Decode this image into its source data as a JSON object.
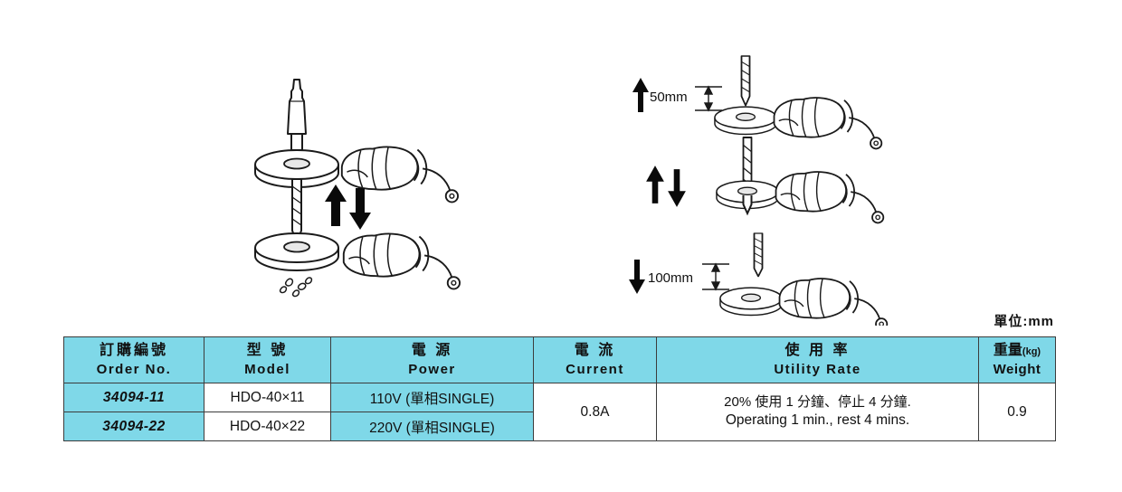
{
  "unit_note": "單位:mm",
  "colors": {
    "header_cyan": "#7fd8e8",
    "border": "#3c3c3c",
    "ink": "#111111"
  },
  "icons": {
    "bold_up_arrow": "bold-up-arrow",
    "bold_down_arrow": "bold-down-arrow",
    "drill_bit": "drill-bit",
    "ring_tool": "ring-demagnetizer-tool",
    "hand": "operator-hand",
    "taper_arbor": "taper-arbor",
    "metal_chips": "metal-chips",
    "dimension_marks": "dimension-marks"
  },
  "illustration": {
    "right": {
      "top": {
        "dimension_label": "50mm"
      },
      "bottom": {
        "dimension_label": "100mm"
      }
    }
  },
  "table": {
    "headers": {
      "order_no": {
        "zh": "訂購編號",
        "en": "Order No."
      },
      "model": {
        "zh": "型 號",
        "en": "Model"
      },
      "power": {
        "zh": "電 源",
        "en": "Power"
      },
      "current": {
        "zh": "電 流",
        "en": "Current"
      },
      "utility_rate": {
        "zh": "使 用 率",
        "en": "Utility Rate"
      },
      "weight": {
        "zh_main": "重量",
        "zh_unit": "(kg)",
        "en": "Weight"
      }
    },
    "rows": [
      {
        "order_no": "34094-11",
        "model": "HDO-40×11",
        "power": "110V (單相SINGLE)"
      },
      {
        "order_no": "34094-22",
        "model": "HDO-40×22",
        "power": "220V (單相SINGLE)"
      }
    ],
    "current_value": "0.8A",
    "utility_rate_line1": "20% 使用 1 分鐘、停止 4 分鐘.",
    "utility_rate_line2": "Operating 1 min., rest 4 mins.",
    "weight_value": "0.9"
  }
}
